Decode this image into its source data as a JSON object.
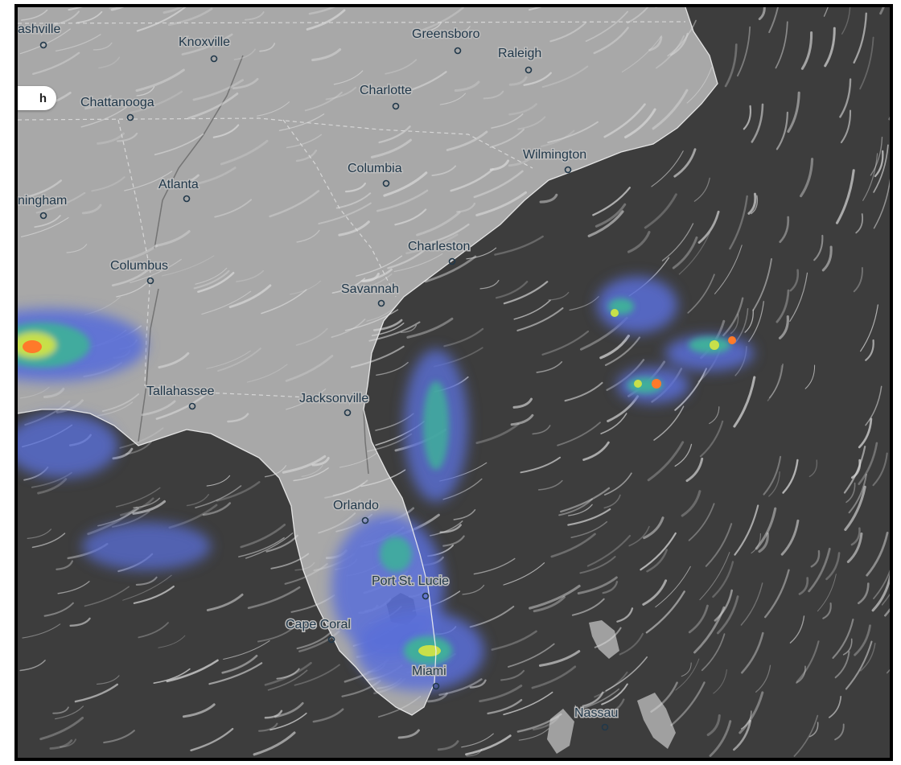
{
  "map": {
    "search_button_label": "h",
    "cities": [
      {
        "name": "ashville"
      },
      {
        "name": "Knoxville"
      },
      {
        "name": "Greensboro"
      },
      {
        "name": "Raleigh"
      },
      {
        "name": "Chattanooga"
      },
      {
        "name": "Charlotte"
      },
      {
        "name": "Wilmington"
      },
      {
        "name": "Columbia"
      },
      {
        "name": "Atlanta"
      },
      {
        "name": "ningham"
      },
      {
        "name": "Charleston"
      },
      {
        "name": "Columbus"
      },
      {
        "name": "Savannah"
      },
      {
        "name": "Tallahassee"
      },
      {
        "name": "Jacksonville"
      },
      {
        "name": "Orlando"
      },
      {
        "name": "Port St. Lucie"
      },
      {
        "name": "Cape Coral"
      },
      {
        "name": "Miami"
      },
      {
        "name": "Nassau"
      }
    ],
    "colors": {
      "ocean": "#3d3d3d",
      "land": "#a6a6a6",
      "wind_streak": "#d8d8d8",
      "precip_light": "#5a6fd8",
      "precip_medium": "#3fae9b",
      "precip_heavy": "#c8e04a",
      "precip_extreme": "#ff7a2a"
    }
  }
}
